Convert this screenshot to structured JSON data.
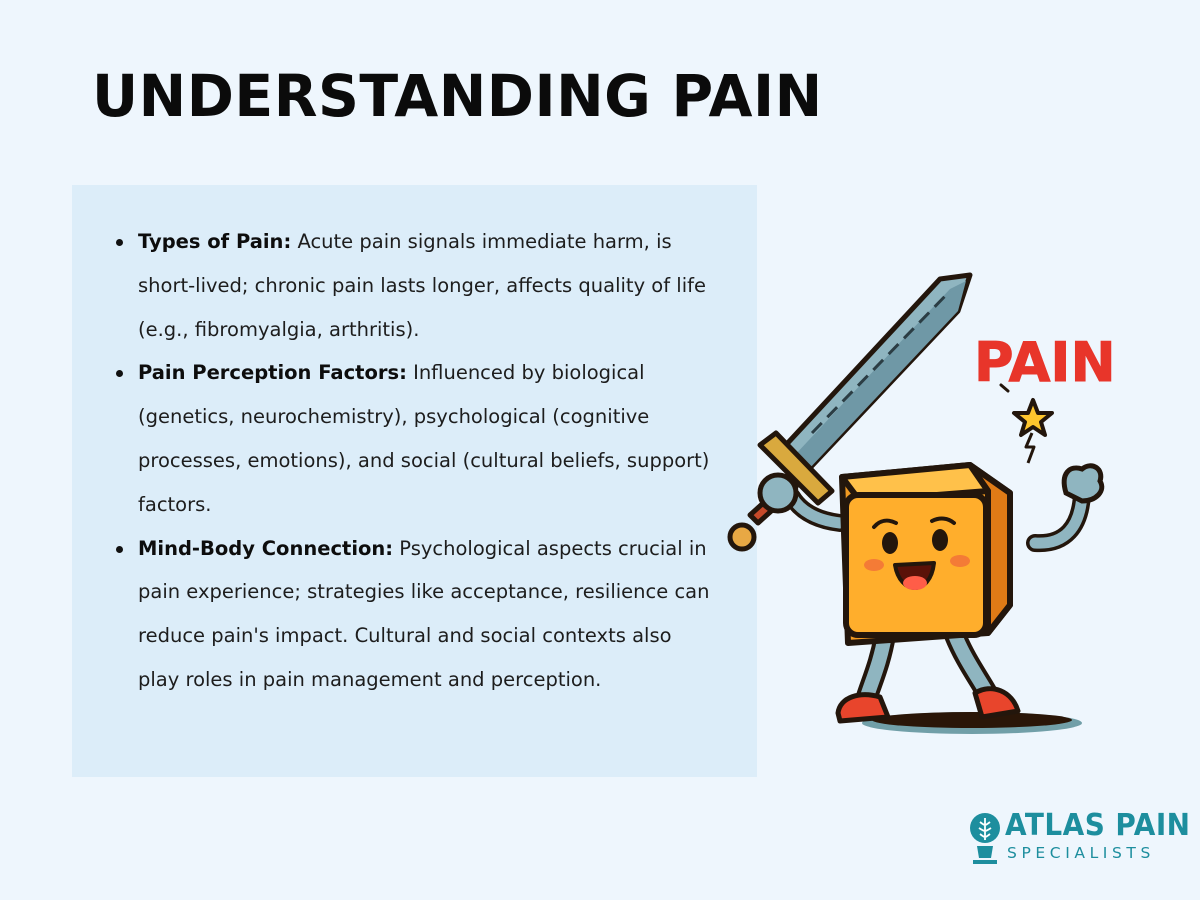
{
  "title": "UNDERSTANDING PAIN",
  "points": [
    {
      "term": "Types of Pain:",
      "text": " Acute pain signals immediate harm, is short-lived; chronic pain lasts longer, affects quality of life (e.g., fibromyalgia, arthritis)."
    },
    {
      "term": "Pain Perception Factors:",
      "text": " Influenced by biological (genetics, neurochemistry), psychological (cognitive processes, emotions), and social (cultural beliefs, support) factors."
    },
    {
      "term": "Mind-Body Connection:",
      "text": " Psychological aspects crucial in pain experience; strategies like acceptance, resilience can reduce pain's impact. Cultural and social contexts also play roles in pain management and perception."
    }
  ],
  "illustration": {
    "icon": "pain-cube-sword-icon",
    "caption": "PAIN",
    "caption_color": "#e8352a"
  },
  "logo": {
    "name": "ATLAS PAIN",
    "subtitle": "SPECIALISTS",
    "color": "#1d8e9e"
  }
}
